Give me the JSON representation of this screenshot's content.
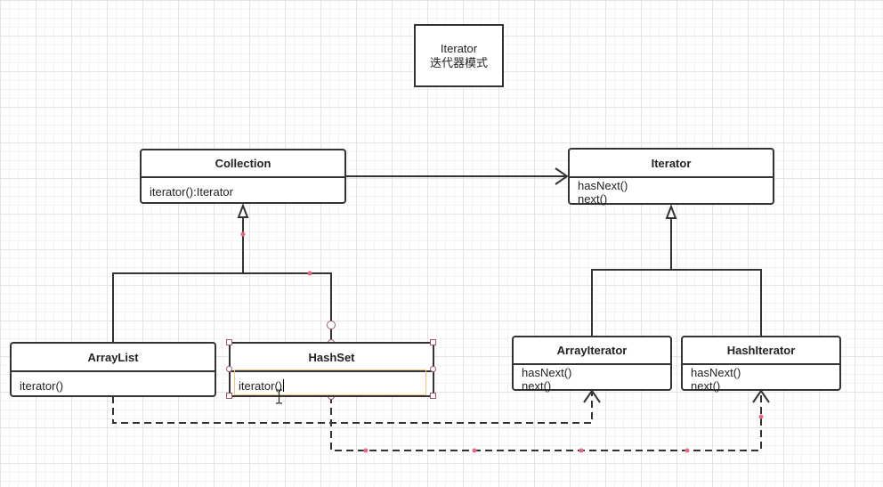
{
  "note": {
    "line1": "Iterator",
    "line2": "迭代器模式"
  },
  "classes": {
    "collection": {
      "name": "Collection",
      "methods": [
        "iterator():Iterator"
      ]
    },
    "iterator": {
      "name": "Iterator",
      "methods": [
        "hasNext()",
        "next()"
      ]
    },
    "arraylist": {
      "name": "ArrayList",
      "methods": [
        "iterator()"
      ]
    },
    "hashset": {
      "name": "HashSet",
      "methods": [
        "iterator()"
      ]
    },
    "array_iterator": {
      "name": "ArrayIterator",
      "methods": [
        "hasNext()",
        "next()"
      ]
    },
    "hash_iterator": {
      "name": "HashIterator",
      "methods": [
        "hasNext()",
        "next()"
      ]
    }
  },
  "colors": {
    "line": "#333333",
    "selection": "#a05a6a",
    "waypoint": "#e06a84",
    "edit_border": "#f2c88a"
  }
}
